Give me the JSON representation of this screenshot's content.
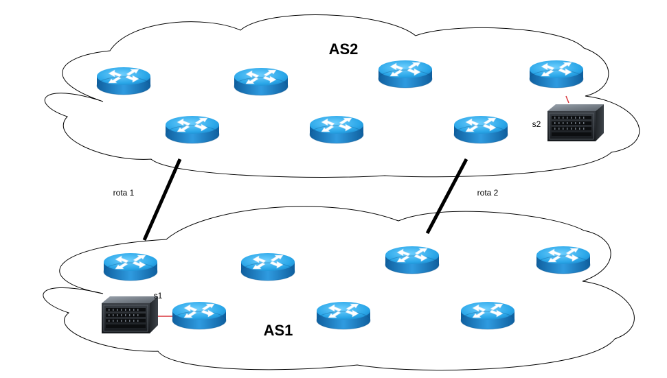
{
  "as_top": {
    "label": "AS2"
  },
  "as_bottom": {
    "label": "AS1"
  },
  "links": {
    "route1_label": "rota 1",
    "route2_label": "rota 2"
  },
  "servers": {
    "s1_label": "s1",
    "s2_label": "s2"
  },
  "icons": {
    "router": "router-icon",
    "server": "server-icon"
  },
  "colors": {
    "cloud_stroke": "#000000",
    "router_top": "#29a9e6",
    "router_side": "#1775b8",
    "route_line": "#000000",
    "server_link": "#d9343a"
  }
}
